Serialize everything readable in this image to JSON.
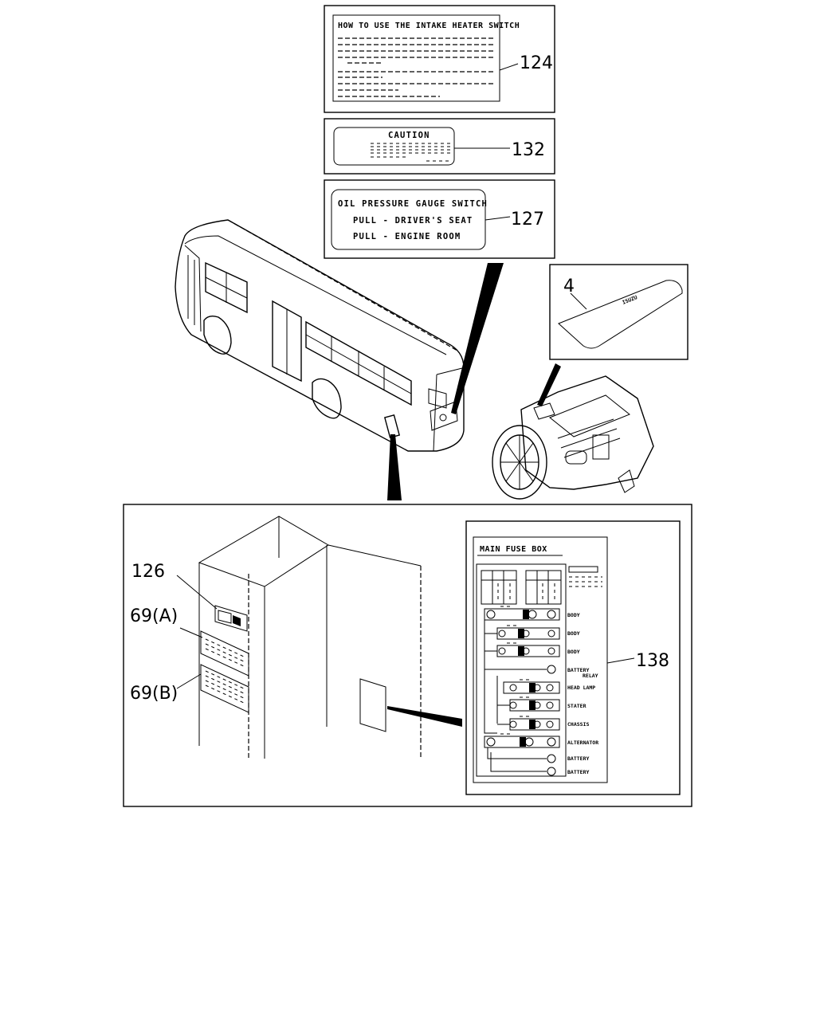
{
  "callouts": {
    "c124": "124",
    "c132": "132",
    "c127": "127",
    "c4": "4",
    "c126": "126",
    "c69a": "69(A)",
    "c69b": "69(B)",
    "c138": "138"
  },
  "labels": {
    "intake_heater_title": "HOW TO USE THE INTAKE HEATER SWITCH",
    "caution_title": "CAUTION",
    "oil_pressure": {
      "line1": "OIL PRESSURE GAUGE SWITCH",
      "line2": "PULL - DRIVER'S SEAT",
      "line3": "PULL - ENGINE ROOM"
    },
    "engine_plate": "ISUZU",
    "fuse_box": {
      "title": "MAIN FUSE BOX",
      "rows": [
        "BODY",
        "BODY",
        "BODY",
        "BATTERY",
        "RELAY",
        "HEAD LAMP",
        "STATER",
        "CHASSIS",
        "ALTERNATOR",
        "BATTERY",
        "BATTERY"
      ]
    }
  }
}
